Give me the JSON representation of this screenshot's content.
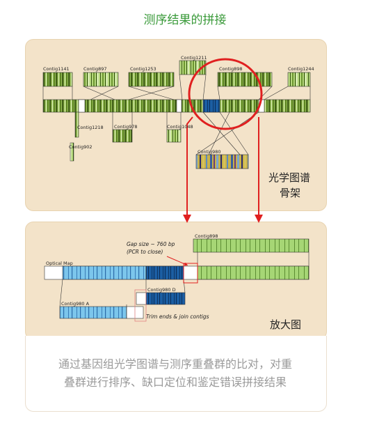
{
  "title": "测序结果的拼接",
  "panel1": {
    "contigs": [
      "Contig1141",
      "Contig897",
      "Contig1253",
      "Contig1211",
      "Contig898",
      "Contig1244",
      "Contig1218",
      "Contig978",
      "Contig1048",
      "Contig902",
      "Contig980"
    ],
    "label_line1": "光学图谱",
    "label_line2": "骨架"
  },
  "panel2": {
    "optical_map": "Optical Map",
    "contig898": "Contig898",
    "contig980a": "Contig980 A",
    "contig980d": "Contig980 D",
    "gap_line1": "Gap size ~ 760 bp",
    "gap_line2": "(PCR to close)",
    "trim": "Trim ends & join contigs",
    "label": "放大图"
  },
  "caption_line1": "通过基因组光学图谱与测序重叠群的比对，对重",
  "caption_line2": "叠群进行排序、缺口定位和鉴定错误拼接结果",
  "colors": {
    "green": "#6f9a2e",
    "light_green": "#9fcf6a",
    "light_blue": "#7fc4ea",
    "dark_blue": "#1a5a9c",
    "red": "#e02020",
    "panel": "#f3e3c9"
  }
}
